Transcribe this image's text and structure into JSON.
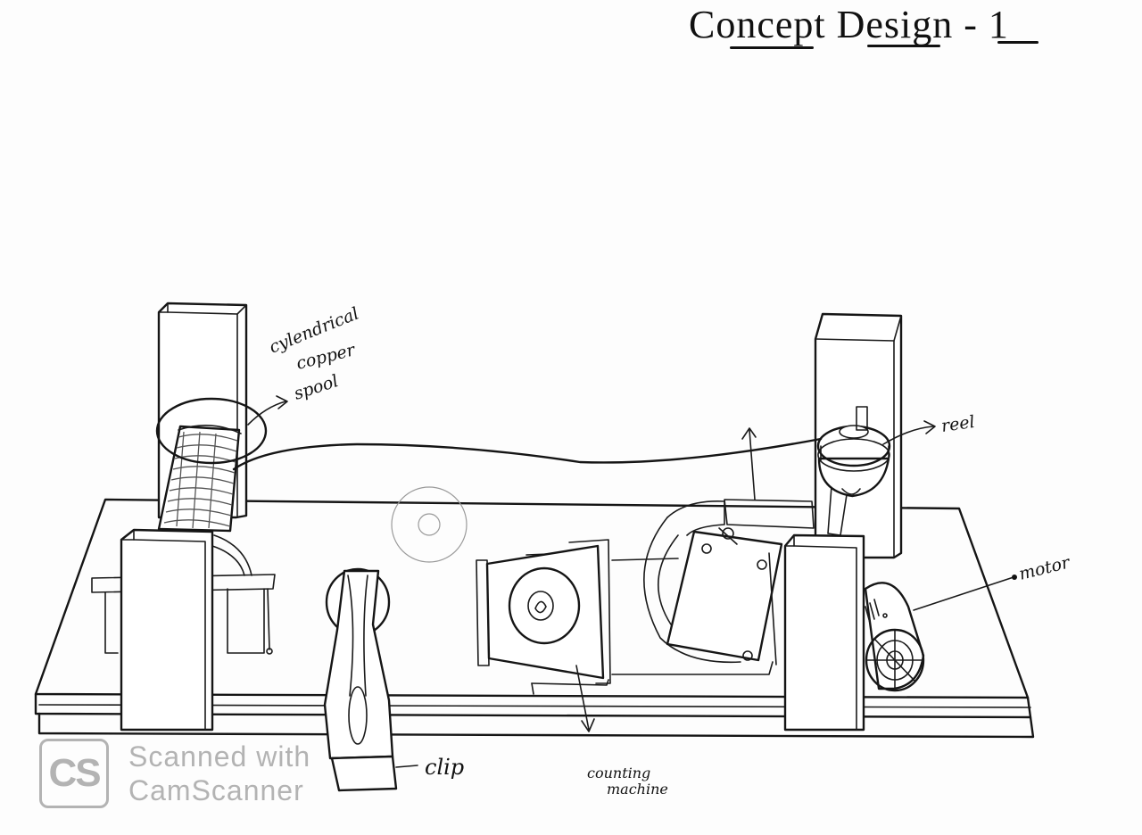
{
  "title": "Concept Design - 1",
  "labels": {
    "spool": [
      "cylendrical",
      "copper",
      "spool"
    ],
    "reel": "reel",
    "motor": "motor",
    "clip": "clip",
    "counting_machine": [
      "counting",
      "machine"
    ]
  },
  "watermark": {
    "logo": "CS",
    "line1": "Scanned with",
    "line2": "CamScanner"
  }
}
